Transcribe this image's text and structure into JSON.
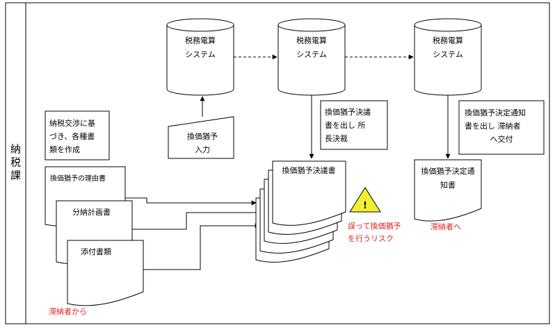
{
  "lane": {
    "label": "納税課"
  },
  "systems": [
    {
      "line1": "税務電算",
      "line2": "システム"
    },
    {
      "line1": "税務電算",
      "line2": "システム"
    },
    {
      "line1": "税務電算",
      "line2": "システム"
    }
  ],
  "manual_input": {
    "line1": "換価猶予",
    "line2": "入力"
  },
  "notes": {
    "negotiation": [
      "納税交渉に基",
      "づき、各種書",
      "類を作成"
    ],
    "draft": [
      "換価猶予決議",
      "書を出し 所",
      "長決裁"
    ],
    "notice": [
      "換価猶予決定通知",
      "書を出し 滞納者",
      "へ交付"
    ]
  },
  "documents": {
    "reason": "換価猶予の理由書",
    "installment": "分納計画書",
    "attachments": "添付書類",
    "resolution": "換価猶予決議書",
    "decision_line1": "換価猶予決定通",
    "decision_line2": "知書"
  },
  "risk": {
    "mark": "!",
    "line1": "誤って換価猶予",
    "line2": "を行うリスク",
    "color": "#e02020",
    "icon_fill": "#f2ef32"
  },
  "labels": {
    "from_taxpayer": "滞納者から",
    "to_taxpayer": "滞納者へ"
  }
}
